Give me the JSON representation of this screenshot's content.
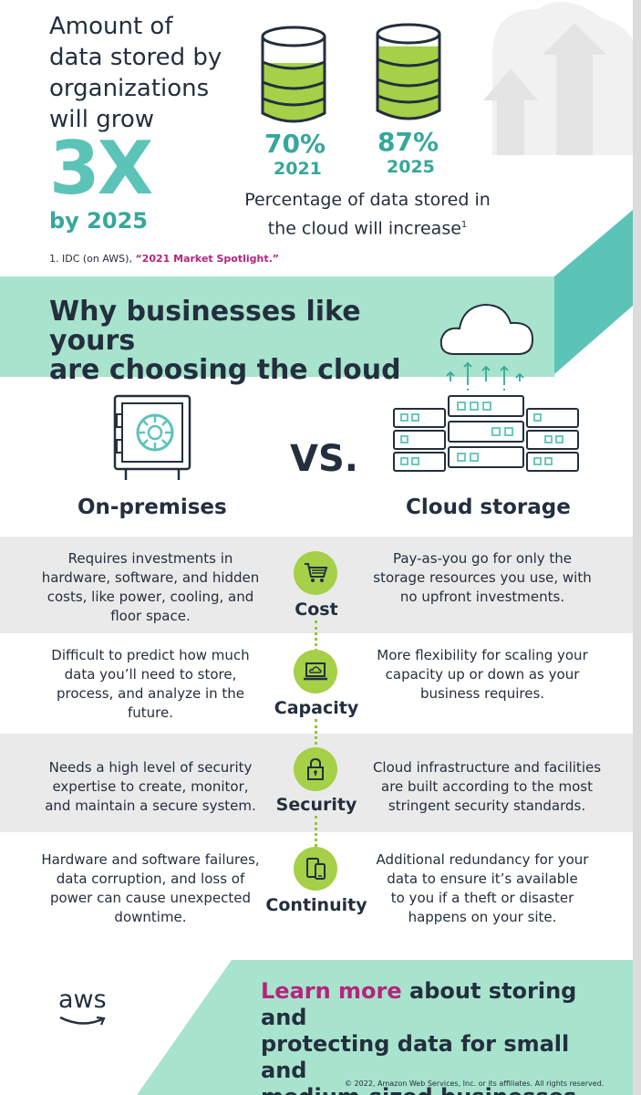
{
  "header": {
    "intro_line1": "Amount of",
    "intro_line2": "data stored by",
    "intro_line3": "organizations",
    "intro_line4": "will grow",
    "big_stat": "3X",
    "big_stat_year": "by 2025",
    "stat_left_pct": "70%",
    "stat_left_year": "2021",
    "stat_right_pct": "87%",
    "stat_right_year": "2025",
    "cloud_caption_line1": "Percentage of data stored in",
    "cloud_caption_line2": "the cloud will increase",
    "cloud_caption_sup": "1",
    "footnote_prefix": "1.  IDC (on AWS), ",
    "footnote_highlight": "“2021 Market Spotlight.”"
  },
  "banner": {
    "title_line1": "Why businesses like yours",
    "title_line2": "are choosing the cloud"
  },
  "compare": {
    "vs": "VS.",
    "left_heading": "On-premises",
    "right_heading": "Cloud storage"
  },
  "rows": [
    {
      "label": "Cost",
      "icon": "cart-icon",
      "left": [
        "Requires investments in",
        "hardware, software, and hidden",
        "costs, like power, cooling, and",
        "floor space."
      ],
      "right": [
        "Pay-as-you go for only the",
        "storage resources you use, with",
        "no upfront investments."
      ]
    },
    {
      "label": "Capacity",
      "icon": "laptop-cloud-icon",
      "left": [
        "Difficult to predict how much",
        "data you’ll need to store,",
        "process, and analyze in the",
        "future."
      ],
      "right": [
        "More flexibility for scaling your",
        "capacity up or down as your",
        "business requires."
      ]
    },
    {
      "label": "Security",
      "icon": "lock-icon",
      "left": [
        "Needs a high level of security",
        "expertise to create, monitor,",
        "and maintain a secure system."
      ],
      "right": [
        "Cloud infrastructure and facilities",
        "are built according to the most",
        "stringent security standards."
      ]
    },
    {
      "label": "Continuity",
      "icon": "devices-icon",
      "left": [
        "Hardware and software failures,",
        "data corruption, and loss of",
        "power can cause unexpected",
        "downtime."
      ],
      "right": [
        "Additional redundancy for your",
        "data to ensure it’s available",
        "to you if a theft or disaster",
        "happens on your site."
      ]
    }
  ],
  "footer": {
    "logo_text": "aws",
    "cta_highlight": "Learn more",
    "cta_line1_rest": " about storing and",
    "cta_line2": "protecting data for small and",
    "cta_line3": "medium-sized businesses with AWS.",
    "copyright": "© 2022, Amazon Web Services, Inc. or its affiliates. All rights reserved."
  },
  "colors": {
    "teal": "#5cc3b8",
    "mint": "#a8e3cd",
    "green_badge": "#a5d047",
    "navy": "#232f3e",
    "pink": "#b5247c",
    "row_gray": "#eaeaea"
  },
  "fill_levels": {
    "left_db": 0.7,
    "right_db": 0.87
  }
}
